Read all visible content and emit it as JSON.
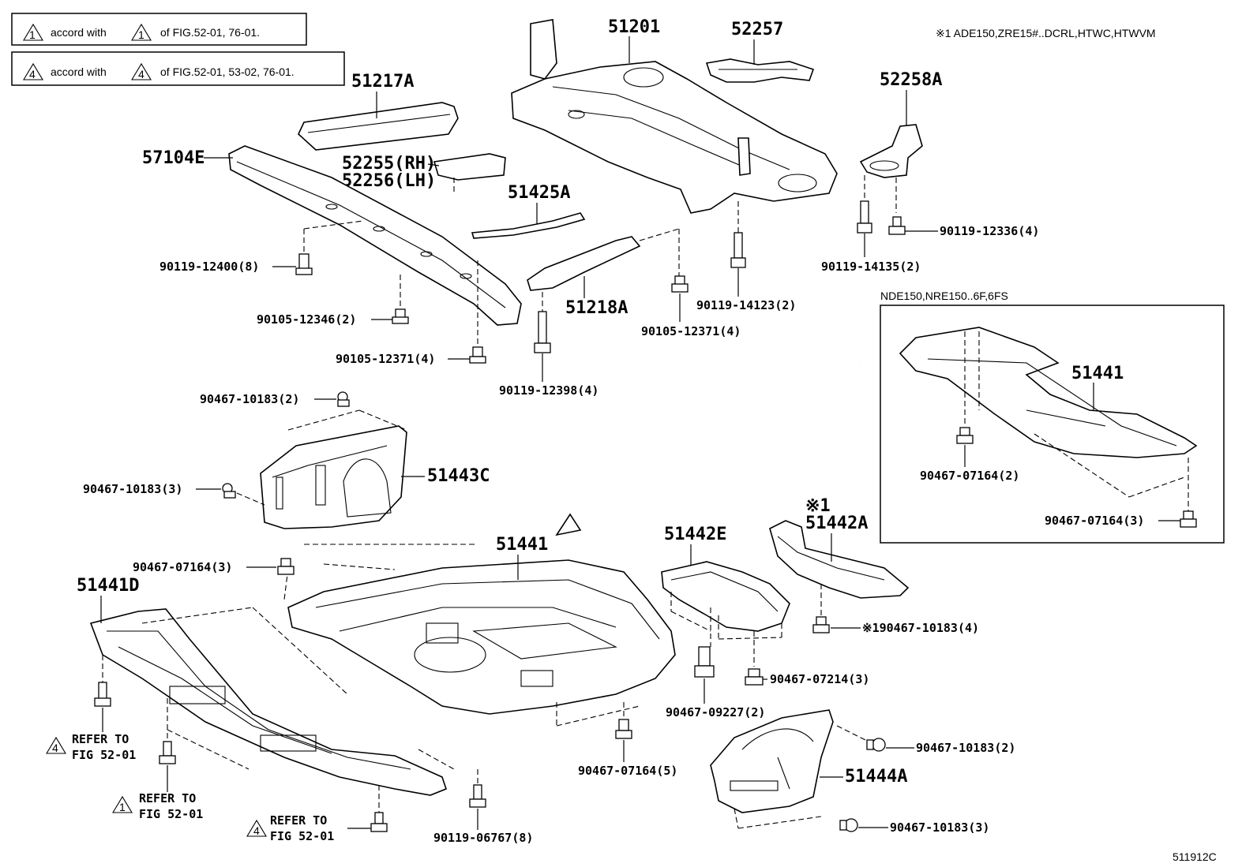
{
  "legend": {
    "note1": {
      "mark": "1",
      "pre": "accord with",
      "post": "of FIG.52-01, 76-01."
    },
    "note4": {
      "mark": "4",
      "pre": "accord with",
      "post": "of FIG.52-01, 53-02, 76-01."
    }
  },
  "model_note": "※1  ADE150,ZRE15#..DCRL,HTWC,HTWVM",
  "inset_title": "NDE150,NRE150..6F,6FS",
  "figure_code": "511912C",
  "parts": {
    "p51201": "51201",
    "p52257": "52257",
    "p51217A": "51217A",
    "p52258A": "52258A",
    "p57104E": "57104E",
    "p52255": "52255(RH)",
    "p52256": "52256(LH)",
    "p51425A": "51425A",
    "p51218A": "51218A",
    "p51443C": "51443C",
    "p51441": "51441",
    "p51441_inset": "51441",
    "p51441D": "51441D",
    "p51442E": "51442E",
    "p51442A": "51442A",
    "p51442A_mark": "※1",
    "p51444A": "51444A"
  },
  "fasteners": {
    "f90119_12400": "90119-12400(8)",
    "f90105_12346": "90105-12346(2)",
    "f90105_12371a": "90105-12371(4)",
    "f90119_12398": "90119-12398(4)",
    "f90105_12371b": "90105-12371(4)",
    "f90119_14123": "90119-14123(2)",
    "f90119_14135": "90119-14135(2)",
    "f90119_12336": "90119-12336(4)",
    "f90467_10183a": "90467-10183(2)",
    "f90467_10183b": "90467-10183(3)",
    "f90467_07164a": "90467-07164(3)",
    "f90467_07164_inset1": "90467-07164(2)",
    "f90467_07164_inset2": "90467-07164(3)",
    "f90467_10183c": "※190467-10183(4)",
    "f90467_07214": "90467-07214(3)",
    "f90467_09227": "90467-09227(2)",
    "f90467_07164b": "90467-07164(5)",
    "f90467_10183d": "90467-10183(2)",
    "f90467_10183e": "90467-10183(3)",
    "f90119_06767": "90119-06767(8)"
  },
  "refers": {
    "r1": {
      "mark": "4",
      "line1": "REFER TO",
      "line2": "FIG 52-01"
    },
    "r2": {
      "mark": "1",
      "line1": "REFER TO",
      "line2": "FIG 52-01"
    },
    "r3": {
      "mark": "4",
      "line1": "REFER TO",
      "line2": "FIG 52-01"
    }
  }
}
